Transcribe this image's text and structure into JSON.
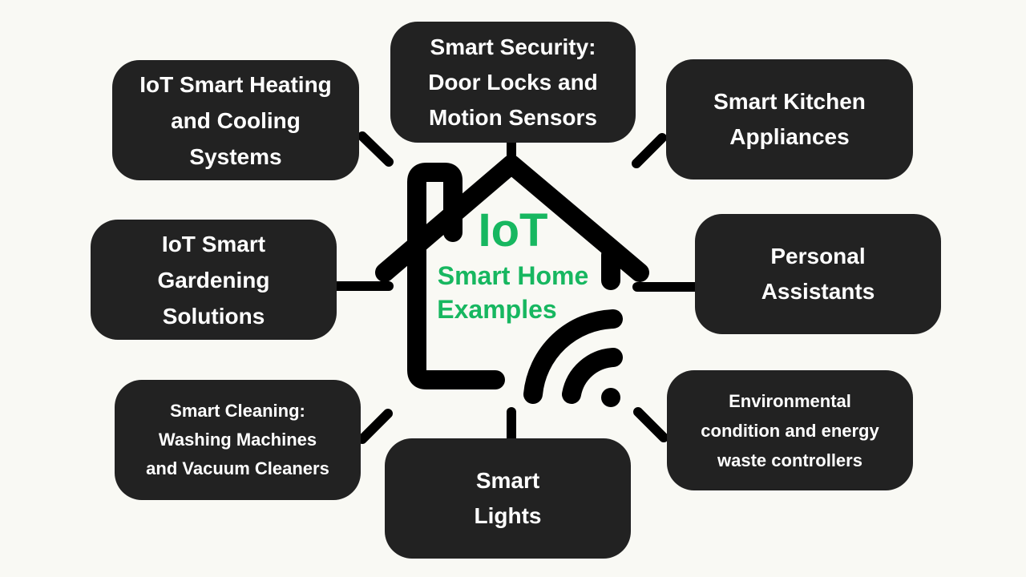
{
  "colors": {
    "background": "#f9f9f4",
    "box_fill": "#222222",
    "box_text": "#ffffff",
    "accent_green": "#17b760",
    "line": "#000000"
  },
  "center": {
    "title": "IoT",
    "subtitle_line1": "Smart Home",
    "subtitle_line2": "Examples",
    "icons": [
      "house-icon",
      "wifi-icon"
    ]
  },
  "nodes": [
    {
      "id": "heating",
      "label": "IoT Smart Heating\nand Cooling\nSystems"
    },
    {
      "id": "security",
      "label": "Smart Security:\nDoor Locks and\nMotion Sensors"
    },
    {
      "id": "kitchen",
      "label": "Smart Kitchen\nAppliances"
    },
    {
      "id": "gardening",
      "label": "IoT Smart\nGardening\nSolutions"
    },
    {
      "id": "assistants",
      "label": "Personal\nAssistants"
    },
    {
      "id": "cleaning",
      "label": "Smart Cleaning:\nWashing Machines\nand Vacuum Cleaners"
    },
    {
      "id": "lights",
      "label": "Smart\nLights"
    },
    {
      "id": "environmental",
      "label": "Environmental\ncondition and energy\nwaste controllers"
    }
  ]
}
